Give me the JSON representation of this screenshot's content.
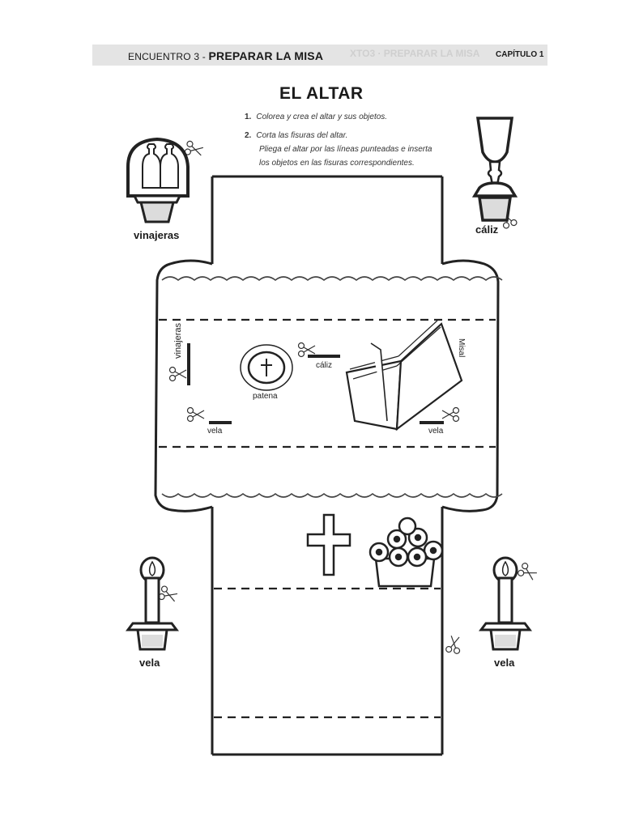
{
  "header": {
    "session": "ENCUENTRO 3 -",
    "title": "PREPARAR LA MISA",
    "ghost": "XTO3 · PREPARAR LA MISA",
    "chapter": "CAPÍTULO 1"
  },
  "page_title": "EL ALTAR",
  "instructions": [
    {
      "num": "1.",
      "text": "Colorea y crea el altar y sus objetos."
    },
    {
      "num": "2.",
      "text": "Corta las fisuras del altar."
    },
    {
      "num": "",
      "text": "Pliega el altar por las líneas punteadas e inserta"
    },
    {
      "num": "",
      "text": "los objetos en las fisuras correspondientes."
    }
  ],
  "cutouts": {
    "vinajeras": "vinajeras",
    "caliz": "cáliz",
    "vela_left": "vela",
    "vela_right": "vela"
  },
  "altar_labels": {
    "vinajeras": "vinajeras",
    "patena": "patena",
    "caliz": "cáliz",
    "misal": "Misal",
    "vela_left": "vela",
    "vela_right": "vela"
  }
}
